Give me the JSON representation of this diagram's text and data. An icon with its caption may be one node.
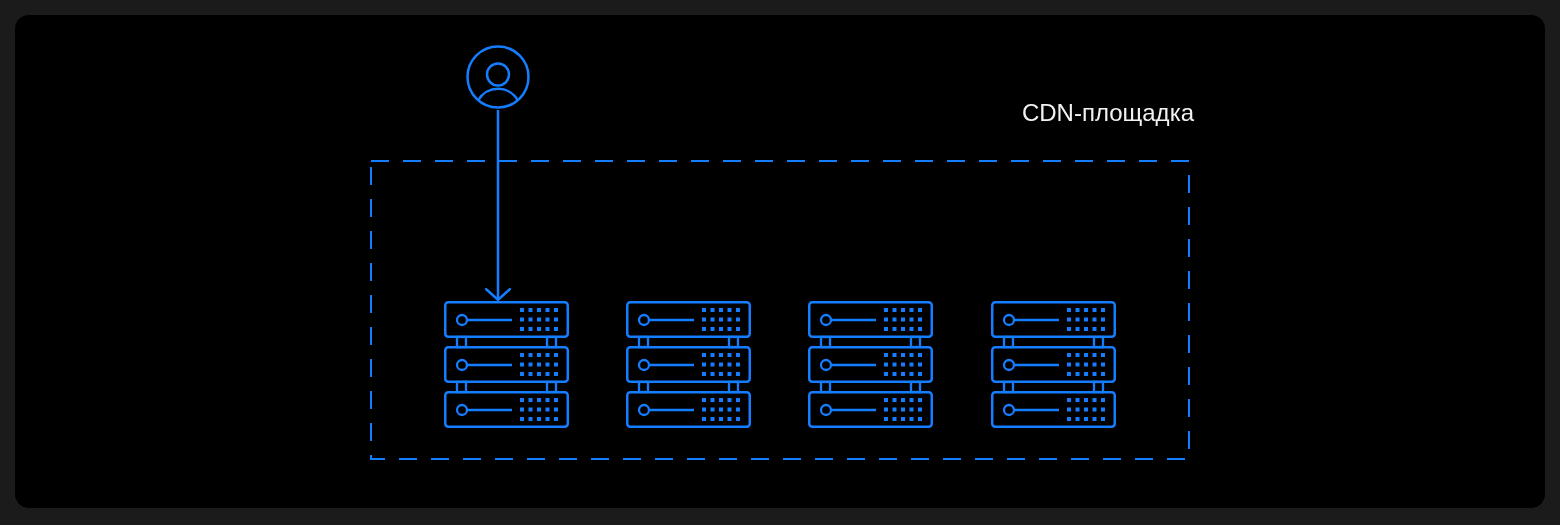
{
  "diagram": {
    "nodes": [
      {
        "text": [],
        "shape": "person"
      },
      {
        "text": [
          "CDN-площадка"
        ]
      },
      {
        "text": [],
        "shape": "server",
        "in": 1
      },
      {
        "text": [],
        "shape": "server",
        "in": 1
      },
      {
        "text": [],
        "shape": "server",
        "in": 1
      },
      {
        "text": [],
        "shape": "server",
        "in": 1
      }
    ],
    "edges": [
      {
        "from": 0,
        "to": 2,
        "arrow": "to"
      }
    ]
  }
}
